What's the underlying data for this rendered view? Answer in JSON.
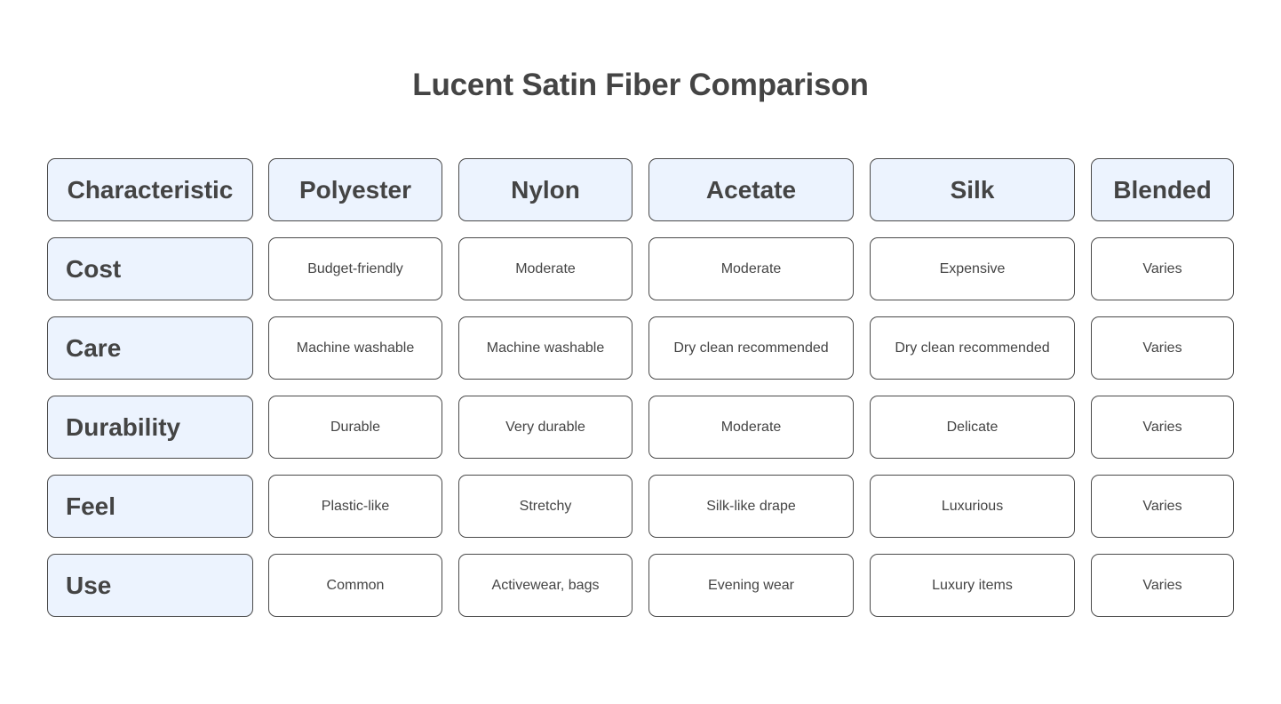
{
  "title": "Lucent Satin Fiber Comparison",
  "colors": {
    "header_fill": "#ECF3FE",
    "border": "#4A4A4A",
    "text": "#444444",
    "cell_fill": "#FFFFFF"
  },
  "table": {
    "columns": [
      "Characteristic",
      "Polyester",
      "Nylon",
      "Acetate",
      "Silk",
      "Blended"
    ],
    "rows": [
      {
        "label": "Cost",
        "values": [
          "Budget-friendly",
          "Moderate",
          "Moderate",
          "Expensive",
          "Varies"
        ]
      },
      {
        "label": "Care",
        "values": [
          "Machine washable",
          "Machine washable",
          "Dry clean recommended",
          "Dry clean recommended",
          "Varies"
        ]
      },
      {
        "label": "Durability",
        "values": [
          "Durable",
          "Very durable",
          "Moderate",
          "Delicate",
          "Varies"
        ]
      },
      {
        "label": "Feel",
        "values": [
          "Plastic-like",
          "Stretchy",
          "Silk-like drape",
          "Luxurious",
          "Varies"
        ]
      },
      {
        "label": "Use",
        "values": [
          "Common",
          "Activewear, bags",
          "Evening wear",
          "Luxury items",
          "Varies"
        ]
      }
    ]
  }
}
